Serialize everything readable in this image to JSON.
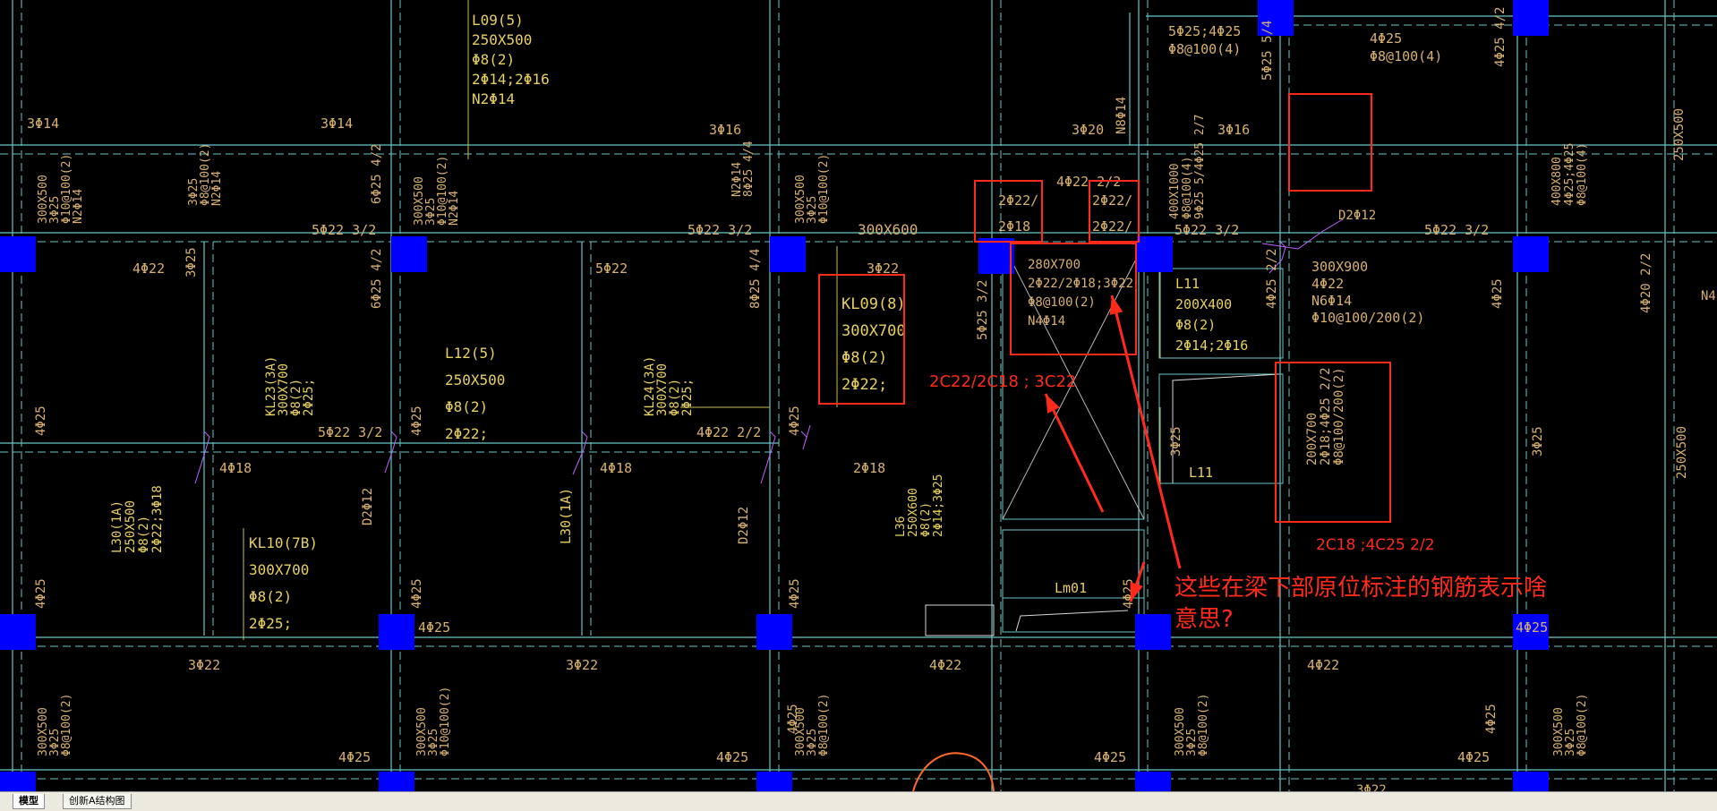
{
  "cad": {
    "beam_annotations": [
      {
        "id": "l09",
        "lines": [
          "L09(5)",
          "250X500",
          "Φ8(2)",
          "2Φ14;2Φ16",
          "N2Φ14"
        ]
      },
      {
        "id": "t3f14a",
        "lines": [
          "3Φ14"
        ]
      },
      {
        "id": "t3f14b",
        "lines": [
          "3Φ14"
        ]
      },
      {
        "id": "t3f16a",
        "lines": [
          "3Φ16"
        ]
      },
      {
        "id": "t3f20",
        "lines": [
          "3Φ20"
        ]
      },
      {
        "id": "n8f14",
        "lines": [
          "N8Φ14"
        ]
      },
      {
        "id": "t3f16b",
        "lines": [
          "3Φ16"
        ]
      },
      {
        "id": "t5f22_4f25",
        "lines": [
          "5Φ25;4Φ25",
          "Φ8@100(4)"
        ]
      },
      {
        "id": "t4f25_top",
        "lines": [
          "4Φ25",
          "Φ8@100(4)"
        ]
      },
      {
        "id": "t5f25_52",
        "lines": [
          "5Φ25 5/4"
        ]
      },
      {
        "id": "t4f25_42r",
        "lines": [
          "4Φ25 4/2"
        ]
      },
      {
        "id": "c300x500a",
        "lines": [
          "300X500",
          "3Φ25",
          "Φ10@100(2)",
          "N2Φ14"
        ]
      },
      {
        "id": "c3f25a",
        "lines": [
          "3Φ25",
          "Φ8@100(2)",
          "N2Φ14"
        ]
      },
      {
        "id": "c6f25a",
        "lines": [
          "6Φ25 4/2"
        ]
      },
      {
        "id": "c300x500b",
        "lines": [
          "300X500",
          "3Φ25",
          "Φ10@100(2)",
          "N2Φ14"
        ]
      },
      {
        "id": "cn2",
        "lines": [
          "N2Φ14",
          "8Φ25 4/4"
        ]
      },
      {
        "id": "c300x500c",
        "lines": [
          "300X500",
          "3Φ25",
          "Φ10@100(2)"
        ]
      },
      {
        "id": "t300x600",
        "lines": [
          "300X600"
        ]
      },
      {
        "id": "t4f22_22",
        "lines": [
          "4Φ22 2/2"
        ]
      },
      {
        "id": "c400x1000",
        "lines": [
          "400X1000",
          "Φ8@100(4)",
          "9Φ25 5/4Φ25 2/7"
        ]
      },
      {
        "id": "c400x800r",
        "lines": [
          "400X800",
          "4Φ25;4Φ25",
          "Φ8@100(4)"
        ]
      },
      {
        "id": "c250x500r",
        "lines": [
          "250X500"
        ]
      },
      {
        "id": "t5f22_a",
        "lines": [
          "5Φ22 3/2"
        ]
      },
      {
        "id": "t5f22_b",
        "lines": [
          "5Φ22 3/2"
        ]
      },
      {
        "id": "t5f22_c",
        "lines": [
          "5Φ22 3/2"
        ]
      },
      {
        "id": "t5f22_d",
        "lines": [
          "5Φ22 3/2"
        ]
      },
      {
        "id": "d2f12_top",
        "lines": [
          "D2Φ12"
        ]
      },
      {
        "id": "t4f22a",
        "lines": [
          "4Φ22"
        ]
      },
      {
        "id": "t3f25a",
        "lines": [
          "3Φ25"
        ]
      },
      {
        "id": "t6f25b",
        "lines": [
          "6Φ25 4/2"
        ]
      },
      {
        "id": "t5f22mid",
        "lines": [
          "5Φ22"
        ]
      },
      {
        "id": "t8f25",
        "lines": [
          "8Φ25 4/4"
        ]
      },
      {
        "id": "t3f22top",
        "lines": [
          "3Φ22"
        ]
      },
      {
        "id": "t5f25_32",
        "lines": [
          "5Φ25 3/2"
        ]
      },
      {
        "id": "t280x700",
        "lines": [
          "280X700",
          "2Φ22/2Φ18;3Φ22",
          "Φ8@100(2)",
          "N4Φ14"
        ]
      },
      {
        "id": "l11a",
        "lines": [
          "L11",
          "200X400",
          "Φ8(2)",
          "2Φ14;2Φ16"
        ]
      },
      {
        "id": "t4f25_22",
        "lines": [
          "4Φ25 2/2"
        ]
      },
      {
        "id": "t300x900",
        "lines": [
          "300X900",
          "4Φ22",
          "N6Φ14",
          "Φ10@100/200(2)"
        ]
      },
      {
        "id": "t4f25_col",
        "lines": [
          "4Φ25"
        ]
      },
      {
        "id": "t4f20",
        "lines": [
          "4Φ20 2/2"
        ]
      },
      {
        "id": "n4",
        "lines": [
          "N4"
        ]
      },
      {
        "id": "l12",
        "lines": [
          "L12(5)",
          "250X500",
          "Φ8(2)",
          "2Φ22;"
        ]
      },
      {
        "id": "kl23",
        "lines": [
          "KL23(3A)",
          "300X700",
          "Φ8(2)",
          "2Φ25;"
        ]
      },
      {
        "id": "kl24",
        "lines": [
          "KL24(3A)",
          "300X700",
          "Φ8(2)",
          "2Φ25;"
        ]
      },
      {
        "id": "kl09",
        "lines": [
          "KL09(8)",
          "300X700",
          "Φ8(2)",
          "2Φ22;"
        ]
      },
      {
        "id": "t5f22_32b",
        "lines": [
          "5Φ22 3/2"
        ]
      },
      {
        "id": "t4f22_22b",
        "lines": [
          "4Φ22 2/2"
        ]
      },
      {
        "id": "t4f25left",
        "lines": [
          "4Φ25"
        ]
      },
      {
        "id": "t4f25b",
        "lines": [
          "4Φ25"
        ]
      },
      {
        "id": "t4f25c",
        "lines": [
          "4Φ25"
        ]
      },
      {
        "id": "t4f18a",
        "lines": [
          "4Φ18"
        ]
      },
      {
        "id": "t4f18b",
        "lines": [
          "4Φ18"
        ]
      },
      {
        "id": "t2f18",
        "lines": [
          "2Φ18"
        ]
      },
      {
        "id": "d2f12a",
        "lines": [
          "D2Φ12"
        ]
      },
      {
        "id": "d2f12b",
        "lines": [
          "D2Φ12"
        ]
      },
      {
        "id": "l30a",
        "lines": [
          "L30(1A)",
          "250X500",
          "Φ8(2)",
          "2Φ22;3Φ18"
        ]
      },
      {
        "id": "l30b",
        "lines": [
          "L30(1A)"
        ]
      },
      {
        "id": "kl10",
        "lines": [
          "KL10(7B)",
          "300X700",
          "Φ8(2)",
          "2Φ25;"
        ]
      },
      {
        "id": "l36",
        "lines": [
          "L36",
          "250X600",
          "Φ8(2)",
          "2Φ14;3Φ25"
        ]
      },
      {
        "id": "t200x700",
        "lines": [
          "200X700",
          "2Φ18;4Φ25 2/2",
          "Φ8@100/200(2)"
        ]
      },
      {
        "id": "l11b",
        "lines": [
          "L11"
        ]
      },
      {
        "id": "t3f25mid",
        "lines": [
          "3Φ25"
        ]
      },
      {
        "id": "t3f25right",
        "lines": [
          "3Φ25"
        ]
      },
      {
        "id": "c250x500r2",
        "lines": [
          "250X500"
        ]
      },
      {
        "id": "lm01",
        "lines": [
          "Lm01"
        ]
      },
      {
        "id": "t4f25d",
        "lines": [
          "4Φ25"
        ]
      },
      {
        "id": "t4f25e",
        "lines": [
          "4Φ25"
        ]
      },
      {
        "id": "t4f25f",
        "lines": [
          "4Φ25"
        ]
      },
      {
        "id": "t4f25g",
        "lines": [
          "4Φ25"
        ]
      },
      {
        "id": "t4f25h",
        "lines": [
          "4Φ25"
        ]
      },
      {
        "id": "t4f25i",
        "lines": [
          "4Φ25"
        ]
      },
      {
        "id": "t3f22a",
        "lines": [
          "3Φ22"
        ]
      },
      {
        "id": "t3f22b",
        "lines": [
          "3Φ22"
        ]
      },
      {
        "id": "t4f22c",
        "lines": [
          "4Φ22"
        ]
      },
      {
        "id": "t4f22d",
        "lines": [
          "4Φ22"
        ]
      },
      {
        "id": "b300x500a",
        "lines": [
          "300X500",
          "3Φ25",
          "Φ8@100(2)"
        ]
      },
      {
        "id": "b300x500b",
        "lines": [
          "300X500",
          "3Φ25",
          "Φ10@100(2)"
        ]
      },
      {
        "id": "b300x500c",
        "lines": [
          "300X500",
          "3Φ25",
          "Φ8@100(2)"
        ]
      },
      {
        "id": "b300x500d",
        "lines": [
          "300X500",
          "3Φ25",
          "Φ8@100(2)"
        ]
      },
      {
        "id": "b300x500e",
        "lines": [
          "300X500",
          "3Φ25",
          "Φ8@100(2)"
        ]
      },
      {
        "id": "b4f25l",
        "lines": [
          "4Φ25"
        ]
      },
      {
        "id": "b4f25m",
        "lines": [
          "4Φ25"
        ]
      },
      {
        "id": "b4f25n",
        "lines": [
          "4Φ25"
        ]
      },
      {
        "id": "b4f25o",
        "lines": [
          "4Φ25"
        ]
      },
      {
        "id": "b4f25p",
        "lines": [
          "4Φ25"
        ]
      },
      {
        "id": "b4f25q",
        "lines": [
          "4Φ25"
        ]
      },
      {
        "id": "b3f22",
        "lines": [
          "3Φ22"
        ]
      }
    ],
    "markup_notes": {
      "note1": "2C22/2C18 ; 3C22",
      "note2": "2C18 ;4C25 2/2",
      "question": [
        "这些在梁下部原位标注的钢筋表示啥",
        "意思?"
      ]
    },
    "colors": {
      "background": "#000000",
      "column": "#0000ff",
      "beam_line": "#66c6c6",
      "text": "#d8b070",
      "text_yellow": "#e8d060",
      "markup_red": "#ff2a1a",
      "markup_orange": "#ff6a2a"
    }
  },
  "tabs": [
    {
      "label": "模型",
      "active": true
    },
    {
      "label": "创新A结构图",
      "active": false
    }
  ]
}
